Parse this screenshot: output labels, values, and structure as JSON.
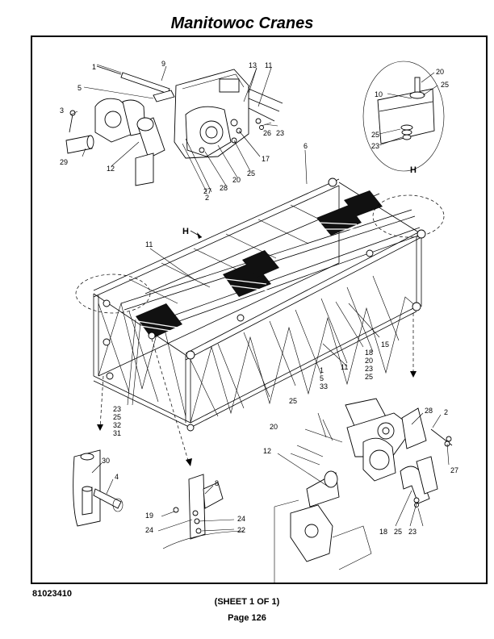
{
  "header": {
    "title": "Manitowoc Cranes"
  },
  "footer": {
    "doc_number": "81023410",
    "sheet": "(SHEET 1 OF 1)",
    "page": "Page 126"
  },
  "diagram": {
    "views": [
      "H"
    ],
    "callouts": {
      "c1": "1",
      "c9": "9",
      "c5": "5",
      "c13": "13",
      "c11a": "11",
      "c3": "3",
      "c26": "26",
      "c23a": "23",
      "c29": "29",
      "c12a": "12",
      "c17": "17",
      "c25a": "25",
      "c20a": "20",
      "c28a": "28",
      "c27a": "27",
      "c2a": "2",
      "c6": "6",
      "h20": "20",
      "h25": "25",
      "h10": "10",
      "h25b": "25",
      "h23": "23",
      "c11b": "11",
      "c15": "15",
      "c18": "18",
      "c20b": "20",
      "c23b": "23",
      "c25b": "25",
      "c11c": "11",
      "s23": "23",
      "s25": "25",
      "s32": "32",
      "s31": "31",
      "r1": "1",
      "r5": "5",
      "r33": "33",
      "r25": "25",
      "r28": "28",
      "r2": "2",
      "r20": "20",
      "r12": "12",
      "r27": "27",
      "r18": "18",
      "r25b": "25",
      "r23": "23",
      "d30": "30",
      "d4": "4",
      "e8": "8",
      "e19": "19",
      "e24a": "24",
      "e24b": "24",
      "e22": "22"
    }
  }
}
